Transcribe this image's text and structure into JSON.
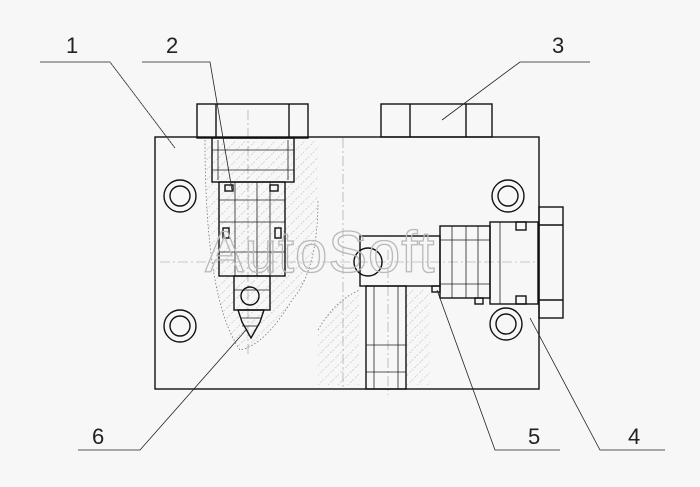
{
  "callouts": [
    {
      "id": "1",
      "label": "1"
    },
    {
      "id": "2",
      "label": "2"
    },
    {
      "id": "3",
      "label": "3"
    },
    {
      "id": "4",
      "label": "4"
    },
    {
      "id": "5",
      "label": "5"
    },
    {
      "id": "6",
      "label": "6"
    }
  ],
  "watermark": "AutoSoft",
  "colors": {
    "line": "#111111",
    "background": "#f7f7f7",
    "watermark": "#b9b9b9"
  }
}
